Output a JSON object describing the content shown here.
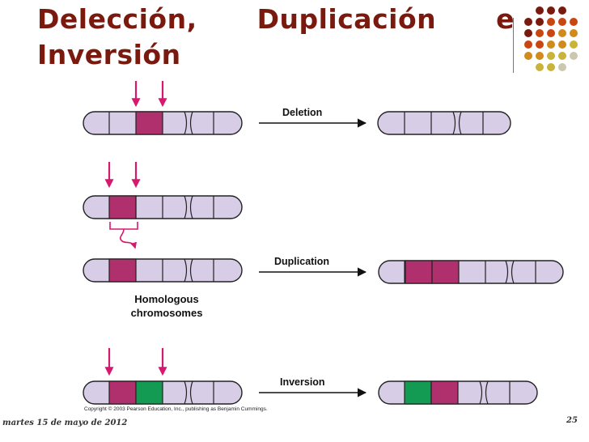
{
  "slide": {
    "title": "Delección, Duplicación e Inversión",
    "date": "martes 15 de mayo de 2012",
    "page_number": "25",
    "copyright": "Copyright © 2003 Pearson Education, Inc., publishing as Benjamin Cummings."
  },
  "diagram": {
    "deletion_label": "Deletion",
    "duplication_label": "Duplication",
    "inversion_label": "Inversion",
    "homologous_line1": "Homologous",
    "homologous_line2": "chromosomes"
  },
  "colors": {
    "title": "#7a1a0f",
    "chromosome_fill": "#d8cde6",
    "magenta_segment": "#b0306e",
    "green_segment": "#139b54",
    "arrow_pink": "#d6196e",
    "outline": "#222222"
  },
  "decoration": {
    "dot_palette": [
      "#7a1a0f",
      "#c8460f",
      "#d18a1c",
      "#c9b33a",
      "#ccc8b0"
    ]
  }
}
